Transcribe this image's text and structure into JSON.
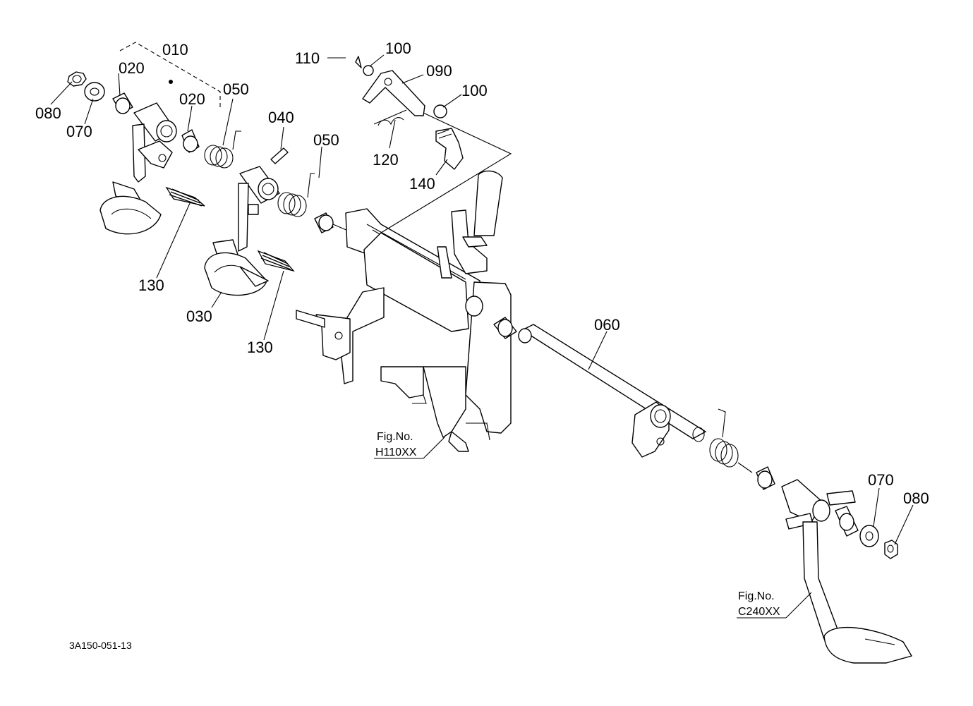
{
  "drawing_code": "3A150-051-13",
  "callouts": {
    "p010": "010",
    "p020a": "020",
    "p020b": "020",
    "p030": "030",
    "p040": "040",
    "p050a": "050",
    "p050b": "050",
    "p060": "060",
    "p070a": "070",
    "p070b": "070",
    "p080a": "080",
    "p080b": "080",
    "p090": "090",
    "p100a": "100",
    "p100b": "100",
    "p110": "110",
    "p120": "120",
    "p130a": "130",
    "p130b": "130",
    "p140": "140"
  },
  "references": [
    {
      "label": "Fig.No.",
      "figure": "H110XX"
    },
    {
      "label": "Fig.No.",
      "figure": "C240XX"
    }
  ]
}
